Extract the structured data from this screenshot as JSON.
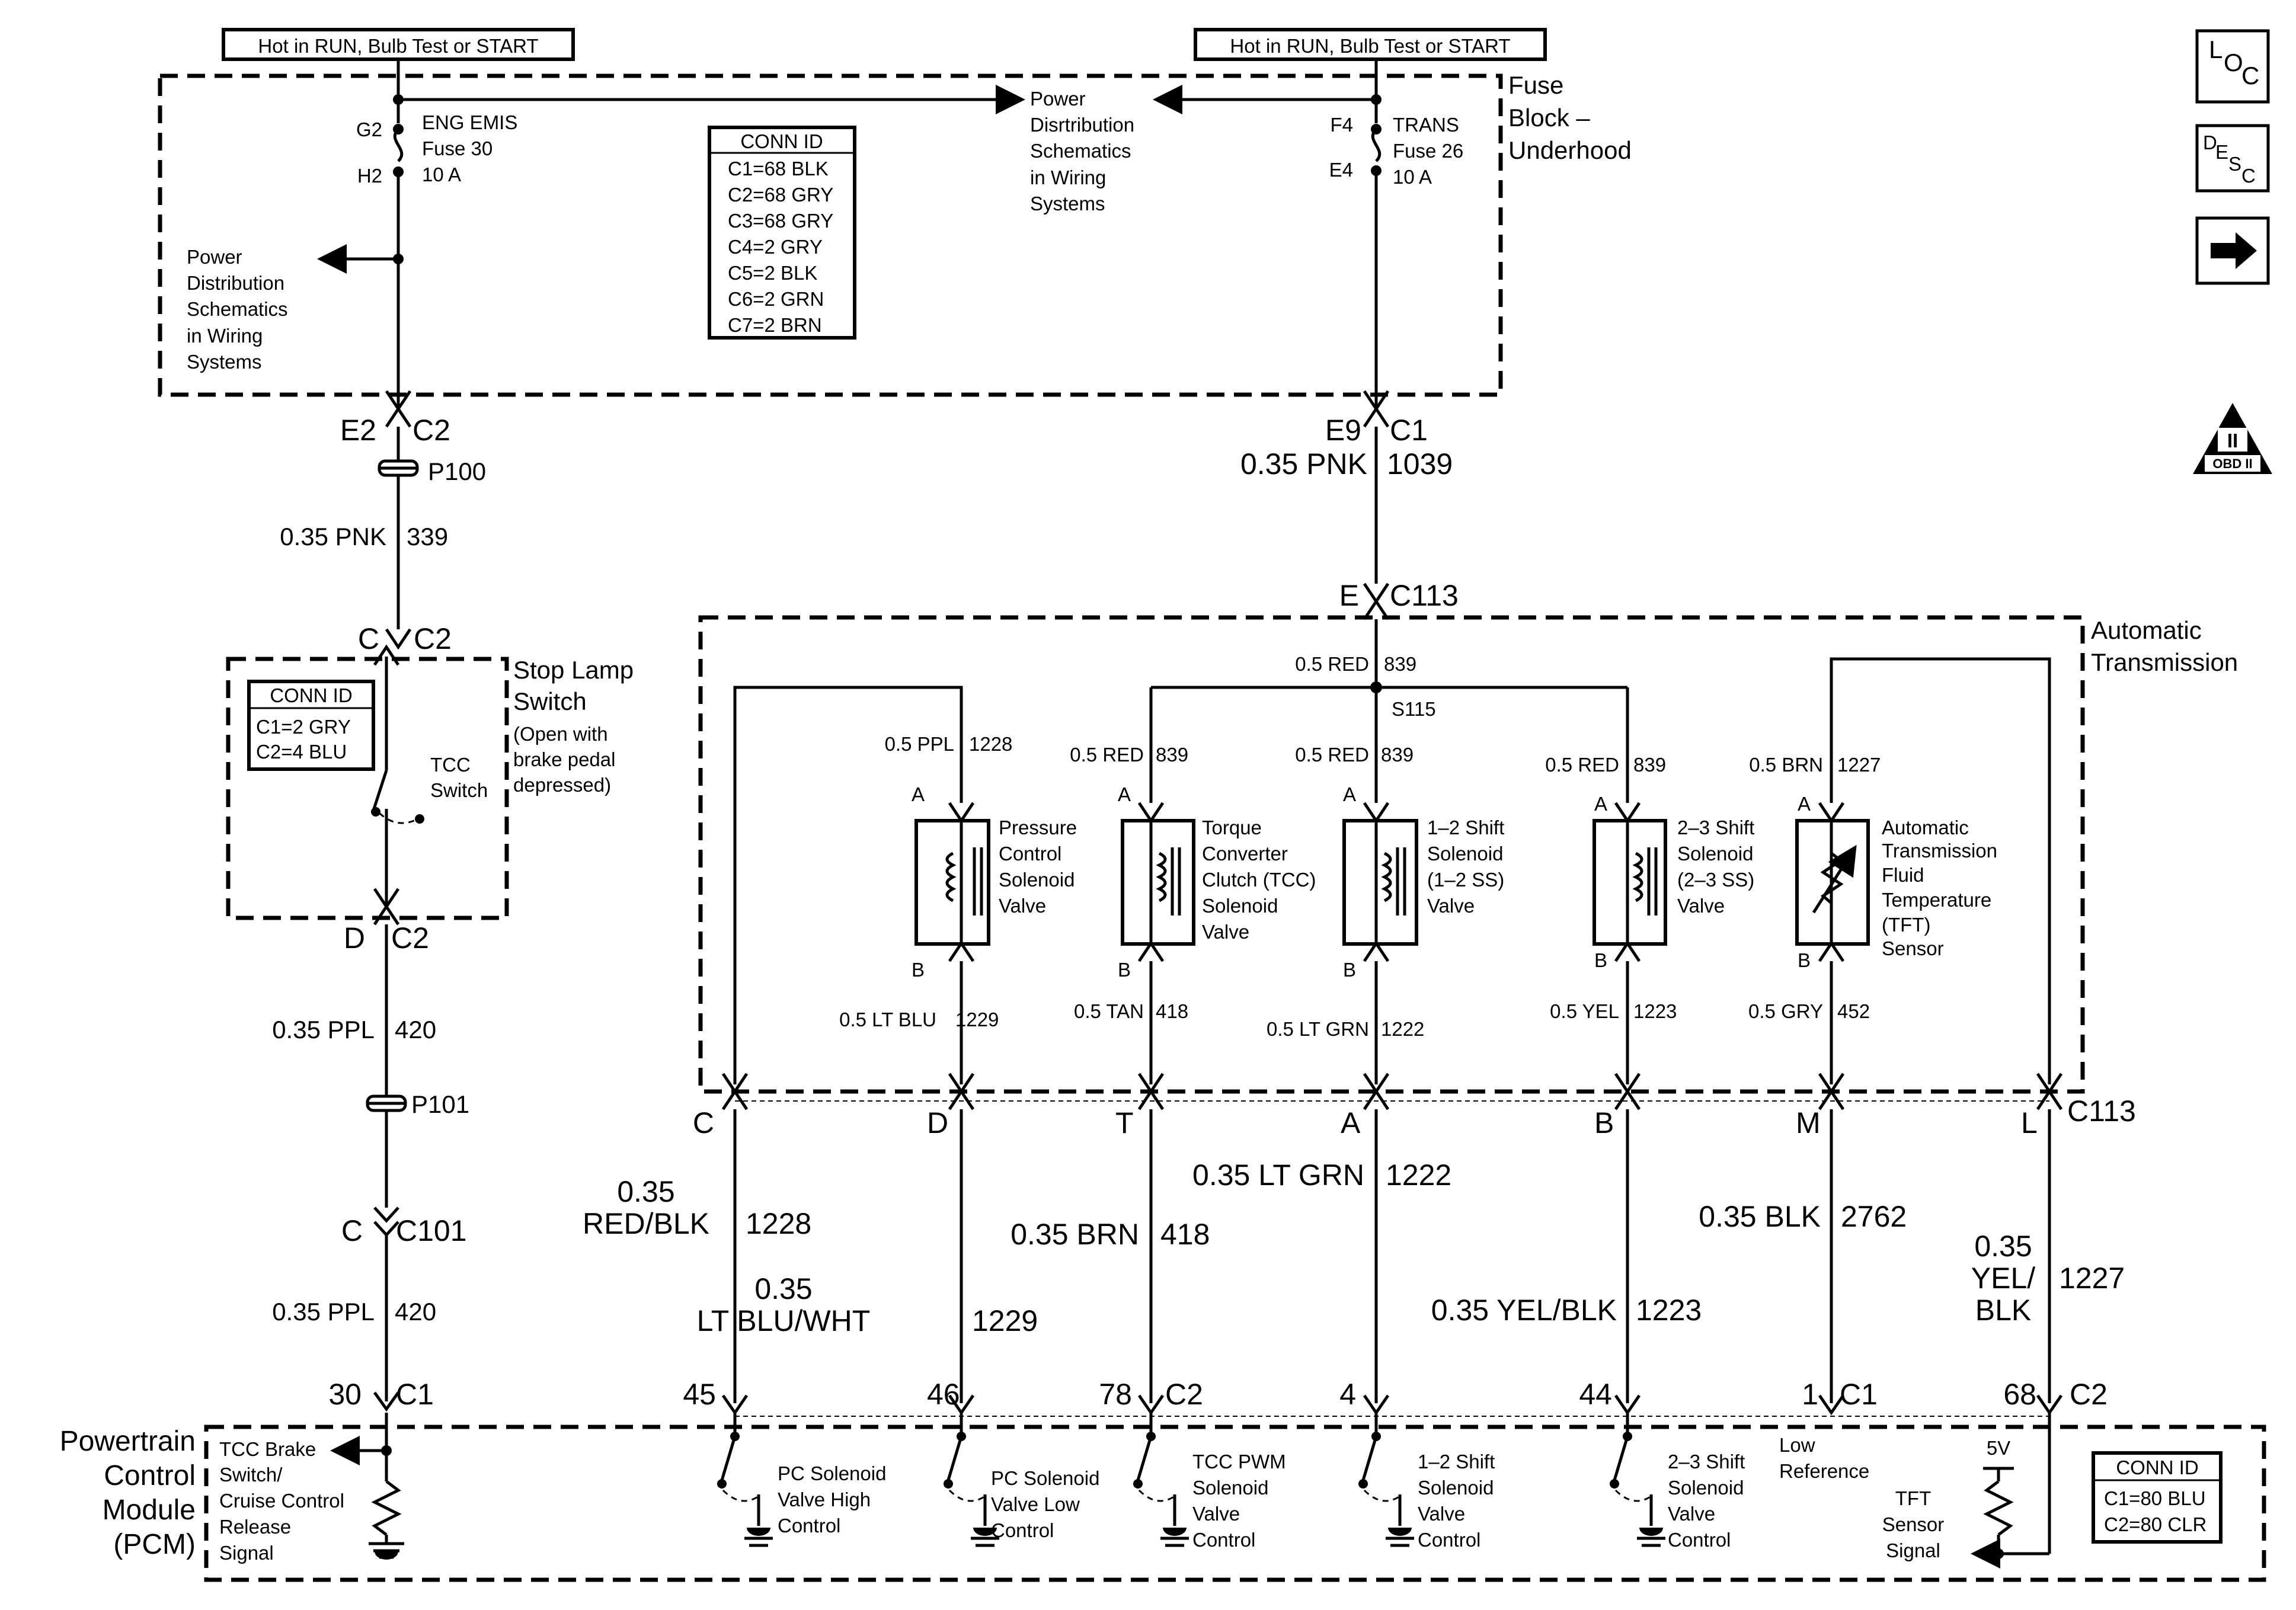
{
  "header": {
    "hot_left": "Hot in RUN, Bulb Test or START",
    "hot_right": "Hot in RUN, Bulb Test or START"
  },
  "fuse_block": {
    "label": [
      "Fuse",
      "Block –",
      "Underhood"
    ],
    "left_fuse": {
      "top": "G2",
      "bottom": "H2",
      "name": [
        "ENG EMIS",
        "Fuse 30",
        "10 A"
      ]
    },
    "right_fuse": {
      "top": "F4",
      "bottom": "E4",
      "name": [
        "TRANS",
        "Fuse 26",
        "10 A"
      ]
    },
    "power_dist_left": [
      "Power",
      "Distribution",
      "Schematics",
      "in Wiring",
      "Systems"
    ],
    "power_dist_center": [
      "Power",
      "Disrtribution",
      "Schematics",
      "in Wiring",
      "Systems"
    ],
    "conn_id": {
      "title": "CONN ID",
      "rows": [
        "C1=68 BLK",
        "C2=68 GRY",
        "C3=68 GRY",
        "C4=2 GRY",
        "C5=2 BLK",
        "C6=2 GRN",
        "C7=2 BRN"
      ]
    }
  },
  "side_icons": {
    "loc": "LOC",
    "desc": "DESC",
    "next": "next-arrow",
    "obd": "OBD II"
  },
  "left_circuit": {
    "c2_top": {
      "pin": "E2",
      "conn": "C2"
    },
    "p100": "P100",
    "wire1": {
      "gauge": "0.35 PNK",
      "circuit": "339"
    },
    "stop_c2_top": {
      "pin": "C",
      "conn": "C2"
    },
    "stop_lamp": {
      "title": [
        "Stop Lamp",
        "Switch"
      ],
      "note": [
        "(Open with",
        "brake pedal",
        "depressed)"
      ],
      "switch_label": [
        "TCC",
        "Switch"
      ],
      "conn_id": {
        "title": "CONN ID",
        "rows": [
          "C1=2 GRY",
          "C2=4 BLU"
        ]
      }
    },
    "stop_c2_bottom": {
      "pin": "D",
      "conn": "C2"
    },
    "wire2": {
      "gauge": "0.35 PPL",
      "circuit": "420"
    },
    "p101": "P101",
    "c101": {
      "pin": "C",
      "conn": "C101"
    },
    "wire3": {
      "gauge": "0.35 PPL",
      "circuit": "420"
    },
    "pcm_pin": {
      "pin": "30",
      "conn": "C1"
    }
  },
  "right_feed": {
    "c1_top": {
      "pin": "E9",
      "conn": "C1"
    },
    "wire": {
      "gauge": "0.35 PNK",
      "circuit": "1039"
    },
    "c113_top": {
      "pin": "E",
      "conn": "C113"
    },
    "main_red": {
      "gauge": "0.5 RED",
      "circuit": "839"
    },
    "splice": "S115"
  },
  "transmission": {
    "label": [
      "Automatic",
      "Transmission"
    ],
    "components": [
      {
        "in_gauge": "0.5 PPL",
        "in_circuit": "1228",
        "pin_a": "A",
        "pin_b": "B",
        "name": [
          "Pressure",
          "Control",
          "Solenoid",
          "Valve"
        ],
        "out_gauge": "0.5 LT BLU",
        "out_circuit": "1229"
      },
      {
        "in_gauge": "0.5 RED",
        "in_circuit": "839",
        "pin_a": "A",
        "pin_b": "B",
        "name": [
          "Torque",
          "Converter",
          "Clutch (TCC)",
          "Solenoid",
          "Valve"
        ],
        "out_gauge": "0.5 TAN",
        "out_circuit": "418"
      },
      {
        "in_gauge": "0.5 RED",
        "in_circuit": "839",
        "pin_a": "A",
        "pin_b": "B",
        "name": [
          "1–2 Shift",
          "Solenoid",
          "(1–2 SS)",
          "Valve"
        ],
        "out_gauge": "0.5 LT GRN",
        "out_circuit": "1222"
      },
      {
        "in_gauge": "0.5 RED",
        "in_circuit": "839",
        "pin_a": "A",
        "pin_b": "B",
        "name": [
          "2–3 Shift",
          "Solenoid",
          "(2–3 SS)",
          "Valve"
        ],
        "out_gauge": "0.5 YEL",
        "out_circuit": "1223"
      },
      {
        "in_gauge": "0.5 BRN",
        "in_circuit": "1227",
        "pin_a": "A",
        "pin_b": "B",
        "name": [
          "Automatic",
          "Transmission",
          "Fluid",
          "Temperature",
          "(TFT)",
          "Sensor"
        ],
        "out_gauge": "0.5 GRY",
        "out_circuit": "452"
      }
    ],
    "c113_pins": [
      "C",
      "D",
      "T",
      "A",
      "B",
      "M",
      "L"
    ],
    "c113_label": "C113"
  },
  "harness": [
    {
      "gauge": [
        "0.35",
        "RED/BLK"
      ],
      "circuit": "1228"
    },
    {
      "gauge": [
        "0.35",
        "LT BLU/WHT"
      ],
      "circuit": "1229"
    },
    {
      "gauge": [
        "0.35 BRN"
      ],
      "circuit": "418"
    },
    {
      "gauge": [
        "0.35 LT GRN"
      ],
      "circuit": "1222"
    },
    {
      "gauge": [
        "0.35 YEL/BLK"
      ],
      "circuit": "1223"
    },
    {
      "gauge": [
        "0.35 BLK"
      ],
      "circuit": "2762"
    },
    {
      "gauge": [
        "0.35",
        "YEL/",
        "BLK"
      ],
      "circuit": "1227"
    }
  ],
  "pcm": {
    "label": [
      "Powertrain",
      "Control",
      "Module",
      "(PCM)"
    ],
    "pins": [
      "45",
      "46",
      "78",
      "4",
      "44",
      "1",
      "68"
    ],
    "conn_c2a": "C2",
    "conn_c1": "C1",
    "conn_c2b": "C2",
    "tcc_brake": [
      "TCC Brake",
      "Switch/",
      "Cruise Control",
      "Release",
      "Signal"
    ],
    "drivers": [
      [
        "PC Solenoid",
        "Valve High",
        "Control"
      ],
      [
        "PC Solenoid",
        "Valve Low",
        "Control"
      ],
      [
        "TCC PWM",
        "Solenoid",
        "Valve",
        "Control"
      ],
      [
        "1–2 Shift",
        "Solenoid",
        "Valve",
        "Control"
      ],
      [
        "2–3 Shift",
        "Solenoid",
        "Valve",
        "Control"
      ]
    ],
    "low_ref": [
      "Low",
      "Reference"
    ],
    "five_v": "5V",
    "tft_signal": [
      "TFT",
      "Sensor",
      "Signal"
    ],
    "conn_id": {
      "title": "CONN ID",
      "rows": [
        "C1=80 BLU",
        "C2=80 CLR"
      ]
    }
  }
}
